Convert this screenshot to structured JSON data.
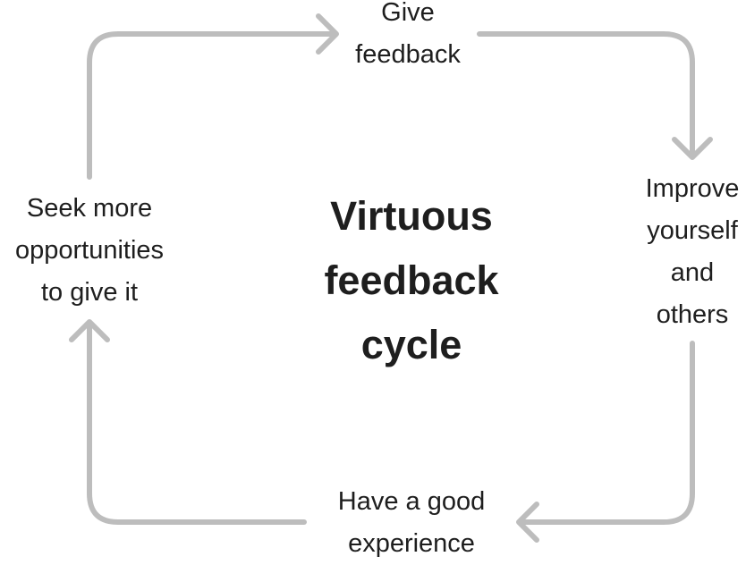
{
  "diagram": {
    "title_lines": [
      "Virtuous",
      "feedback",
      "cycle"
    ],
    "nodes": [
      {
        "id": "give-feedback",
        "lines": [
          "Give",
          "feedback"
        ]
      },
      {
        "id": "improve",
        "lines": [
          "Improve",
          "yourself",
          "and",
          "others"
        ]
      },
      {
        "id": "good-experience",
        "lines": [
          "Have a good",
          "experience"
        ]
      },
      {
        "id": "seek-more",
        "lines": [
          "Seek more",
          "opportunities",
          "to give it"
        ]
      }
    ],
    "connector_color": "#bdbdbd",
    "text_color": "#1e1e1e"
  }
}
